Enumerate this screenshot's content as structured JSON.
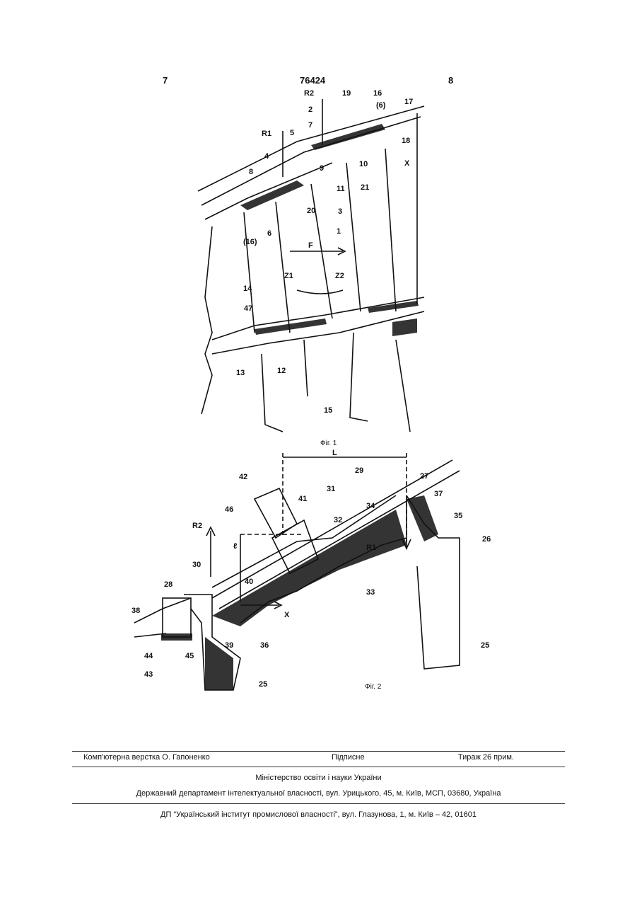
{
  "header": {
    "page_left": "7",
    "patent_number": "76424",
    "page_right": "8"
  },
  "figure1": {
    "caption": "Фіг. 1",
    "labels": [
      "R2",
      "19",
      "16",
      "2",
      "(6)",
      "17",
      "R1",
      "5",
      "7",
      "18",
      "4",
      "9",
      "10",
      "X",
      "8",
      "21",
      "11",
      "20",
      "3",
      "6",
      "(16)",
      "1",
      "F",
      "Z1",
      "Z2",
      "14",
      "47",
      "13",
      "12",
      "15"
    ]
  },
  "figure2": {
    "caption": "Фіг. 2",
    "labels": [
      "L",
      "29",
      "27",
      "42",
      "31",
      "37",
      "46",
      "41",
      "34",
      "35",
      "R2",
      "32",
      "26",
      "R1",
      "30",
      "40",
      "28",
      "33",
      "38",
      "X",
      "39",
      "36",
      "44",
      "45",
      "43",
      "25",
      "25"
    ]
  },
  "footer": {
    "typesetting": "Комп'ютерна верстка О. Гапоненко",
    "signed": "Підписне",
    "circulation": "Тираж 26 прим.",
    "ministry": "Міністерство освіти і науки України",
    "department": "Державний департамент інтелектуальної власності, вул. Урицького, 45, м. Київ, МСП, 03680, Україна",
    "institute": "ДП “Український інститут промислової власності”, вул. Глазунова, 1, м. Київ – 42, 01601"
  }
}
